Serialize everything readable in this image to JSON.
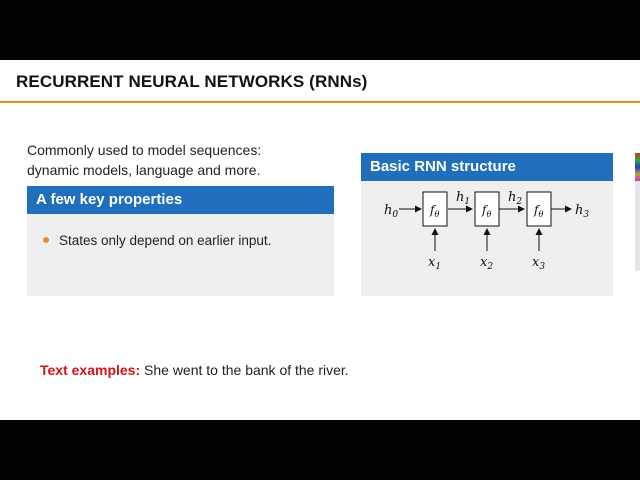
{
  "slide": {
    "title": "RECURRENT NEURAL NETWORKS (RNNs)",
    "intro_line1": "Commonly used to model sequences:",
    "intro_line2": "dynamic models, language and more."
  },
  "properties_box": {
    "header": "A few key properties",
    "bullet1": "States only depend on earlier input."
  },
  "rnn_box": {
    "header": "Basic RNN structure",
    "diagram": {
      "h0": "h",
      "h0_sub": "0",
      "h1": "h",
      "h1_sub": "1",
      "h2": "h",
      "h2_sub": "2",
      "h3": "h",
      "h3_sub": "3",
      "f": "f",
      "f_sub": "θ",
      "x1": "x",
      "x1_sub": "1",
      "x2": "x",
      "x2_sub": "2",
      "x3": "x",
      "x3_sub": "3"
    }
  },
  "example": {
    "label": "Text examples:",
    "text": " She went to the bank of the river."
  },
  "colors": {
    "accent_orange": "#f08a24",
    "header_blue": "#1f6fbd",
    "example_red": "#d0121b",
    "box_gray": "#efefef"
  }
}
